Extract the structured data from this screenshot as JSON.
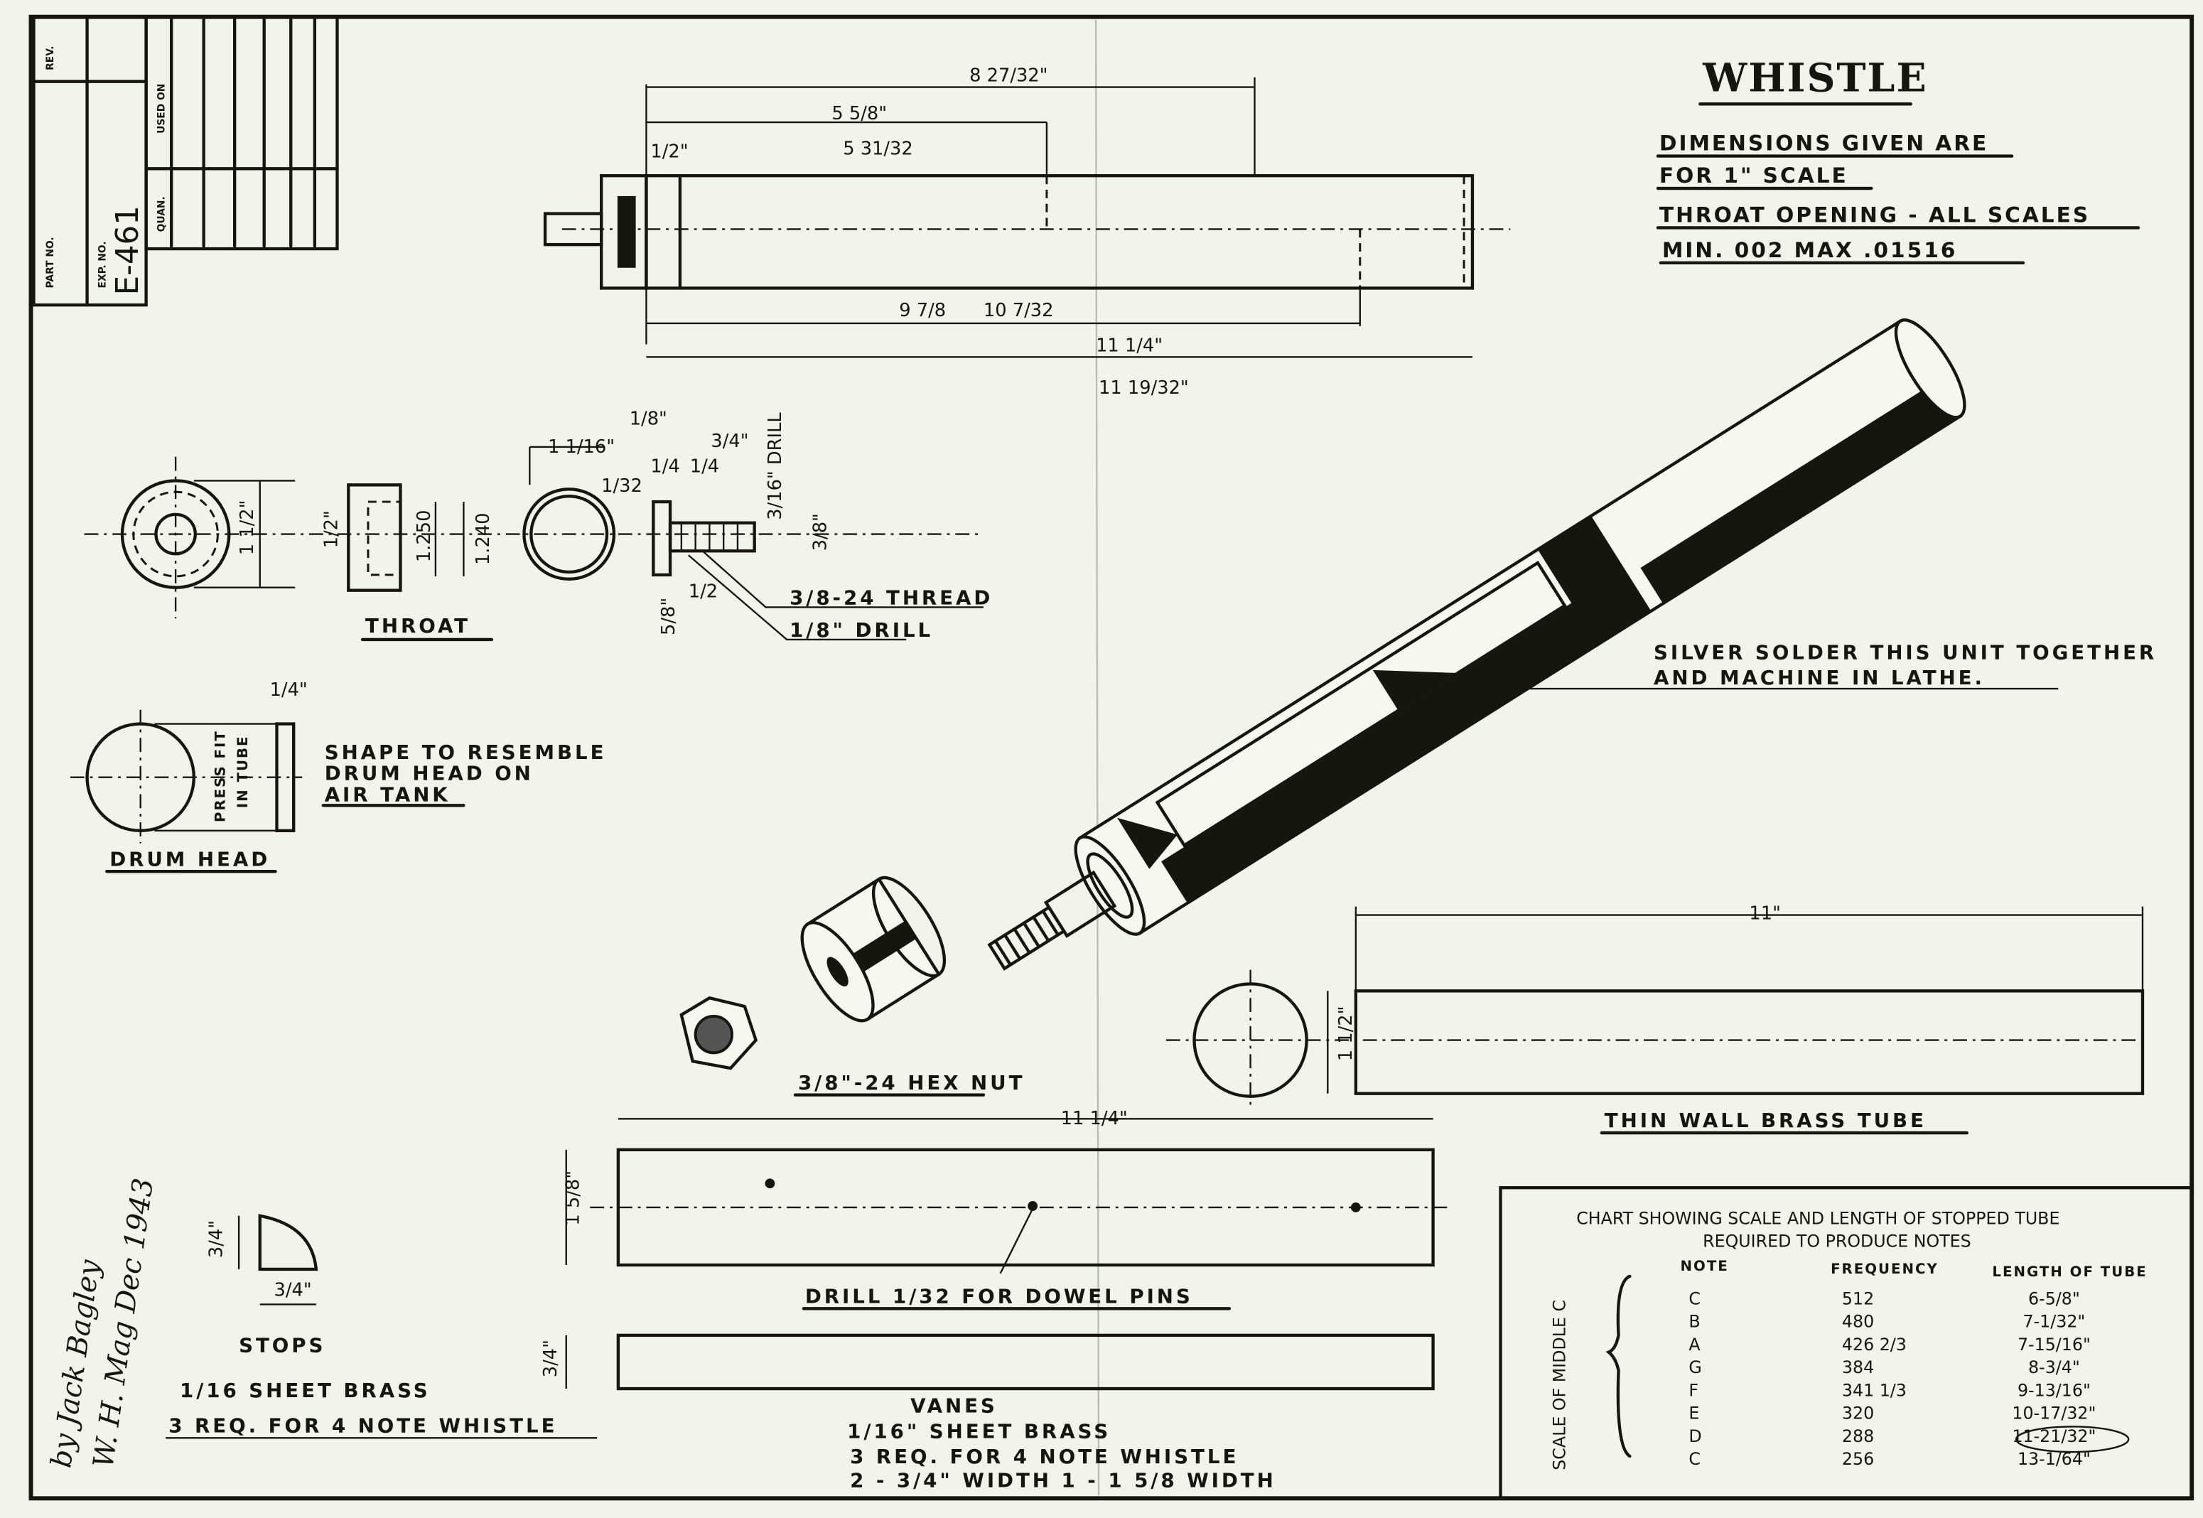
{
  "title": "WHISTLE",
  "notes": [
    "DIMENSIONS GIVEN ARE",
    "FOR 1\" SCALE",
    "THROAT OPENING - ALL SCALES",
    "MIN. 002  MAX .01516"
  ],
  "title_block": {
    "rev_label": "REV.",
    "part_no_label": "PART NO.",
    "exp_no_label": "EXP. NO.",
    "exp_no_value": "E-461",
    "used_on_label": "USED ON",
    "quan_label": "QUAN."
  },
  "top_view": {
    "dims": [
      "8 27/32\"",
      "5 5/8\"",
      "5 31/32",
      "1/2\"",
      "9 7/8",
      "10 7/32",
      "11 1/4\"",
      "11 19/32\""
    ]
  },
  "throat": {
    "label": "THROAT",
    "dims": [
      "1 1/2\"",
      "1/2\"",
      "1.250",
      "1.240",
      "1 1/16\"",
      "1/8\"",
      "1/32",
      "1/4",
      "1/4",
      "3/4\"",
      "3/16\" DRILL",
      "3/8\"",
      "5/8\"",
      "1/2"
    ],
    "thread_note": "3/8-24 THREAD",
    "drill_note": "1/8\" DRILL"
  },
  "drum_head": {
    "label": "DRUM HEAD",
    "dim": "1/4\"",
    "fit": [
      "PRESS FIT",
      "IN TUBE"
    ],
    "note": [
      "SHAPE TO RESEMBLE",
      "DRUM HEAD ON",
      "AIR TANK"
    ]
  },
  "assembly": {
    "solder_note": [
      "SILVER SOLDER THIS UNIT TOGETHER",
      "AND MACHINE IN LATHE."
    ],
    "hex_nut_label": "3/8\"-24 HEX NUT"
  },
  "brass_tube": {
    "label": "THIN WALL BRASS TUBE",
    "length": "11\"",
    "dia": "1 1/2\""
  },
  "vanes": {
    "length": "11 1/4\"",
    "wide_dim": "1 5/8\"",
    "narrow_dim": "3/4\"",
    "drill_note": "DRILL 1/32 FOR DOWEL PINS",
    "label": "VANES",
    "material": "1/16\" SHEET BRASS",
    "req": "3 REQ. FOR 4 NOTE WHISTLE",
    "widths": "2 - 3/4\" WIDTH  1 - 1 5/8 WIDTH"
  },
  "stops": {
    "label": "STOPS",
    "height": "3/4\"",
    "width": "3/4\"",
    "material": "1/16 SHEET BRASS",
    "req": "3 REQ. FOR 4 NOTE WHISTLE"
  },
  "signature": [
    "by Jack Bagley",
    "W. H. Mag Dec 1943"
  ],
  "chart_data": {
    "type": "table",
    "title": [
      "CHART SHOWING SCALE AND LENGTH OF STOPPED TUBE",
      "REQUIRED TO PRODUCE NOTES"
    ],
    "side_label": "SCALE OF MIDDLE C",
    "columns": [
      "NOTE",
      "FREQUENCY",
      "LENGTH OF TUBE"
    ],
    "rows": [
      [
        "C",
        "512",
        "6-5/8\""
      ],
      [
        "B",
        "480",
        "7-1/32\""
      ],
      [
        "A",
        "426 2/3",
        "7-15/16\""
      ],
      [
        "G",
        "384",
        "8-3/4\""
      ],
      [
        "F",
        "341 1/3",
        "9-13/16\""
      ],
      [
        "E",
        "320",
        "10-17/32\""
      ],
      [
        "D",
        "288",
        "11-21/32\""
      ],
      [
        "C",
        "256",
        "13-1/64\""
      ]
    ],
    "highlighted_row": 6
  },
  "colors": {
    "paper": "#f1f5e9",
    "ink": "#16160f"
  }
}
